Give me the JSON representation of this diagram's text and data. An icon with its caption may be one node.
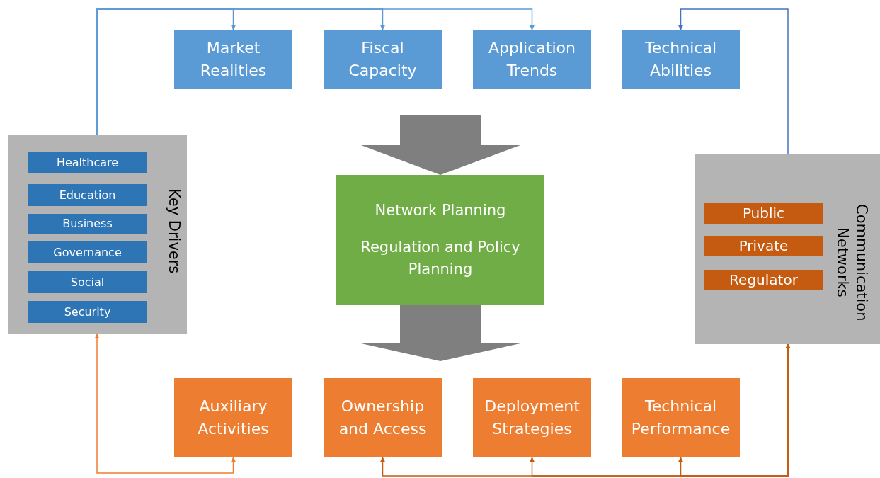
{
  "diagram": {
    "nodes": [
      {
        "text": [
          "Market Realities"
        ]
      },
      {
        "text": [
          "Fiscal Capacity"
        ]
      },
      {
        "text": [
          "Application Trends"
        ]
      },
      {
        "text": [
          "Technical Abilities"
        ]
      },
      {
        "text": [
          "Key Drivers"
        ]
      },
      {
        "text": [
          "Healthcare"
        ],
        "in": 4
      },
      {
        "text": [
          "Education"
        ],
        "in": 4
      },
      {
        "text": [
          "Business"
        ],
        "in": 4
      },
      {
        "text": [
          "Governance"
        ],
        "in": 4
      },
      {
        "text": [
          "Social"
        ],
        "in": 4
      },
      {
        "text": [
          "Security"
        ],
        "in": 4
      },
      {
        "text": [
          "Network Planning",
          "Regulation and Policy Planning"
        ]
      },
      {
        "text": [
          "Communication Networks"
        ]
      },
      {
        "text": [
          "Public"
        ],
        "in": 12
      },
      {
        "text": [
          "Private"
        ],
        "in": 12
      },
      {
        "text": [
          "Regulator"
        ],
        "in": 12
      },
      {
        "text": [
          "Auxiliary Activities"
        ]
      },
      {
        "text": [
          "Ownership and Access"
        ]
      },
      {
        "text": [
          "Deployment Strategies"
        ]
      },
      {
        "text": [
          "Technical Performance"
        ]
      }
    ],
    "edges": [
      {
        "from": 4,
        "to": 0,
        "arrow": "to",
        "color": "#5b9bd5"
      },
      {
        "from": 4,
        "to": 1,
        "arrow": "to",
        "color": "#5b9bd5"
      },
      {
        "from": 4,
        "to": 2,
        "arrow": "to",
        "color": "#5b9bd5"
      },
      {
        "from": 12,
        "to": 3,
        "arrow": "to",
        "color": "#4472c4"
      },
      {
        "from": 16,
        "to": 4,
        "arrow": "both",
        "color": "#ed7d31"
      },
      {
        "from": 17,
        "to": 12,
        "arrow": "both",
        "color": "#c55a11"
      },
      {
        "from": 18,
        "to": 12,
        "arrow": "both",
        "color": "#c55a11"
      },
      {
        "from": 19,
        "to": 12,
        "arrow": "both",
        "color": "#c55a11"
      },
      {
        "from": null,
        "to": 11,
        "arrow": "to",
        "style": "thick",
        "color": "#7f7f7f"
      },
      {
        "from": 11,
        "to": null,
        "arrow": "to",
        "style": "thick",
        "color": "#7f7f7f"
      }
    ]
  }
}
